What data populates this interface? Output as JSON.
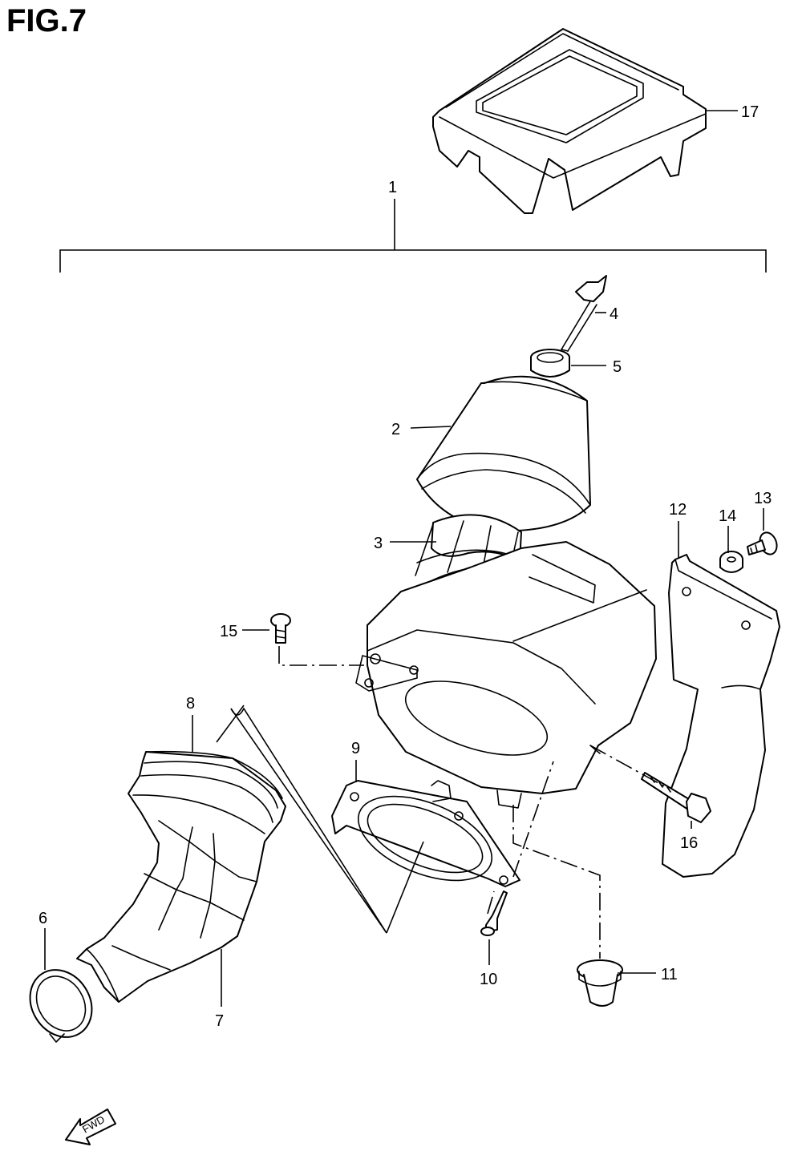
{
  "figure": {
    "title": "FIG.7"
  },
  "callouts": {
    "c1": "1",
    "c2": "2",
    "c3": "3",
    "c4": "4",
    "c5": "5",
    "c6": "6",
    "c7": "7",
    "c8": "8",
    "c9": "9",
    "c10": "10",
    "c11": "11",
    "c12": "12",
    "c13": "13",
    "c14": "14",
    "c15": "15",
    "c16": "16",
    "c17": "17"
  },
  "fwd": {
    "label": "FWD"
  }
}
